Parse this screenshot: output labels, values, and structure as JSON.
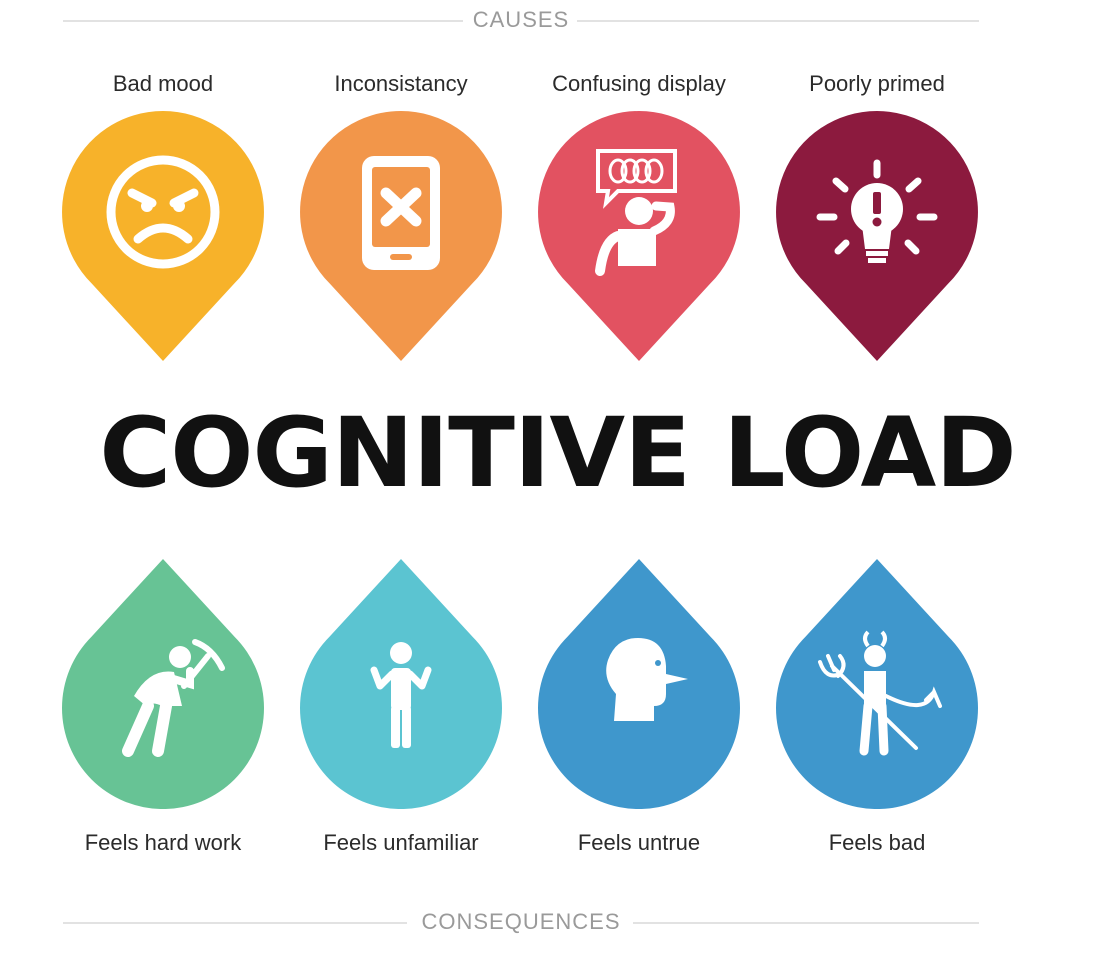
{
  "causes": {
    "header": "CAUSES",
    "items": [
      {
        "label": "Bad mood",
        "icon": "angry-face-icon",
        "color": "#F7B22A"
      },
      {
        "label": "Inconsistancy",
        "icon": "broken-phone-icon",
        "color": "#F2964A"
      },
      {
        "label": "Confusing display",
        "icon": "confused-person-icon",
        "color": "#E25261"
      },
      {
        "label": "Poorly primed",
        "icon": "lightbulb-exclamation-icon",
        "color": "#8C1A3E"
      }
    ]
  },
  "title": "COGNITIVE LOAD",
  "consequences": {
    "header": "CONSEQUENCES",
    "items": [
      {
        "label": "Feels hard work",
        "icon": "pickaxe-worker-icon",
        "color": "#67C395"
      },
      {
        "label": "Feels unfamiliar",
        "icon": "shrugging-person-icon",
        "color": "#5BC4D1"
      },
      {
        "label": "Feels untrue",
        "icon": "long-nose-head-icon",
        "color": "#3F97CC"
      },
      {
        "label": "Feels bad",
        "icon": "devil-icon",
        "color": "#3F97CC"
      }
    ]
  }
}
